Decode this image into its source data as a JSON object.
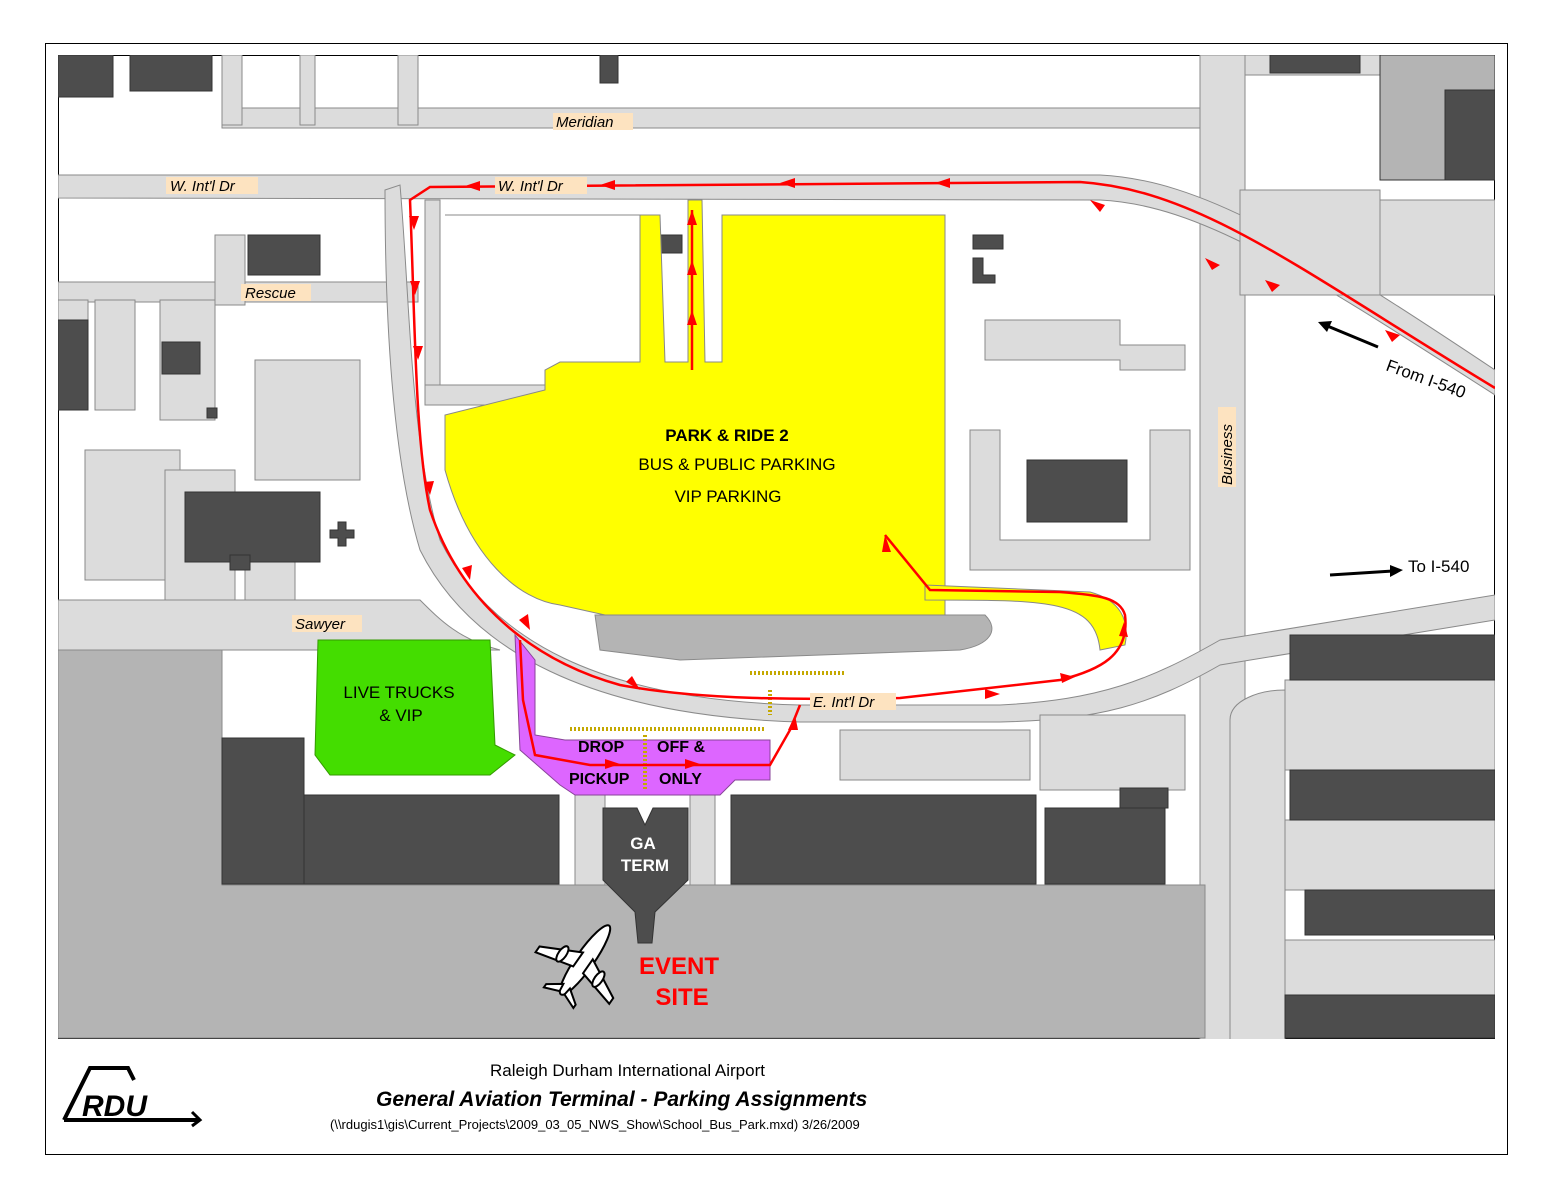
{
  "streets": {
    "meridian": "Meridian",
    "w_intl_dr_left": "W. Int'l Dr",
    "w_intl_dr_right": "W. Int'l Dr",
    "rescue": "Rescue",
    "sawyer": "Sawyer",
    "business": "Business",
    "e_intl_dr": "E. Int'l Dr"
  },
  "directions": {
    "from_i540": "From I-540",
    "to_i540": "To I-540"
  },
  "park_ride": {
    "title": "PARK & RIDE 2",
    "line1": "BUS & PUBLIC PARKING",
    "line2": "VIP PARKING"
  },
  "live_trucks": {
    "line1": "LIVE TRUCKS",
    "line2": "& VIP"
  },
  "dropoff": {
    "drop": "DROP",
    "off": "OFF &",
    "pickup": "PICKUP",
    "only": "ONLY"
  },
  "ga_term": {
    "line1": "GA",
    "line2": "TERM"
  },
  "event_site": {
    "line1": "EVENT",
    "line2": "SITE"
  },
  "footer": {
    "airport_name": "Raleigh Durham International Airport",
    "map_title": "General Aviation Terminal - Parking Assignments",
    "file_path": "(\\\\rdugis1\\gis\\Current_Projects\\2009_03_05_NWS_Show\\School_Bus_Park.mxd) 3/26/2009",
    "logo_text": "RDU"
  },
  "colors": {
    "parking": "#ffff00",
    "live_trucks": "#44dd00",
    "dropoff": "#dd66ff",
    "route": "#ff0000",
    "building": "#4d4d4d",
    "pavement": "#dcdcdc",
    "apron": "#b4b4b4",
    "event_text": "#ff0000"
  }
}
